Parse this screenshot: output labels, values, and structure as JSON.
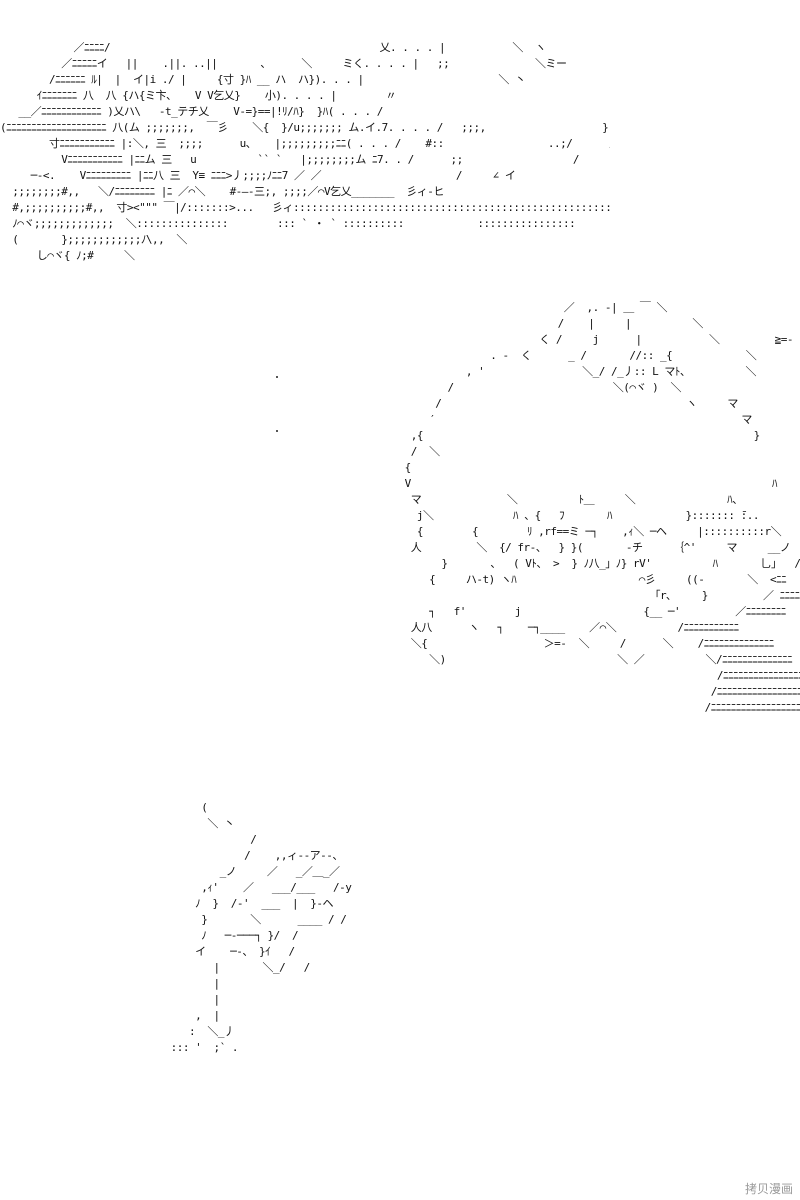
{
  "art": {
    "top": "            ／ﾆﾆﾆﾆ/                                            乂. . . . |           ＼  ヽ\n          ／ﾆﾆﾆﾆﾆイ   ||    .||. ..||       、     ＼     ミく. . . . |   ;;              ＼ミー\n        /ﾆﾆﾆﾆﾆﾆ ﾙ|  |  イ|i ./ |     {寸 }ﾊ __ ハ  ハ}). . . |                      ＼ 丶\n      ｲﾆﾆﾆﾆﾆﾆﾆ 八  八 {ハ{ミ卞、   V V乞乂}    小). . . . |        〃\n   __／ﾆﾆﾆﾆﾆﾆﾆﾆﾆﾆﾆﾆ )乂ハ\\   ‐t_テチ乂    V‐=}==|!ﾘ/ﾊ}  }ﾊ( . . . /\n(ﾆﾆﾆﾆﾆﾆﾆﾆﾆﾆﾆﾆﾆﾆﾆﾆﾆﾆﾆﾆ 八(ム ;;;;;;;,  ￣彡    ＼{  }/u;;;;;;; ム.イ.7. . . . /   ;;;,                   }\n        寸ﾆﾆﾆﾆﾆﾆﾆﾆﾆﾆﾆ |:＼, 三  ;;;;      u、   |;;;;;;;;;ﾆﾆ( . . . /    #::                 ..;/      /\n          Vﾆﾆﾆﾆﾆﾆﾆﾆﾆﾆﾆ |ﾆﾆム 三   u          `` `   |;;;;;;;;ム ﾆ7. . /      ;;                  /      /\n     ─‐<.    Vﾆﾆﾆﾆﾆﾆﾆﾆﾆ |ﾆﾆ八 三  Y≡ ﾆﾆﾆ>丿;;;;ﾉﾆﾆ7 ／ ／                      /     ∠ イ\n  ;;;;;;;;#,,   ＼/ﾆﾆﾆﾆﾆﾆﾆﾆ |ﾆ ／⌒＼    #‐―‐三;, ;;;;／⌒V乞乂_______  彡ィ‐ヒ\n  #,;;;;;;;;;;#,,  寸><\"\"\" ￣|/:::::::>...   彡ィ:::::::::::::::::::::::::::::::::::::::::::::::::::::::::::::\n  ﾉ⌒ヾ;;;;;;;;;;;;;  ＼:::::::::::::::        ::: ` ・ ` ::::::::::            ::::::::::::::::\n  (       };;;;;;;;;;;;ﾉ\\,,  ＼\n      し⌒ヾ{ ﾉ;#     ＼",
    "middle": "                                       ／  ,. ‐| ＿ ￣ ＼\n                                      /    |     |          ＼\n                                   く /     j      |           ＼         ≧=‐\n                           . ‐  く      _ /       //:: _{            ＼          ＼\n                       , '                ＼_/ /_丿:: L マﾄ、         ＼            ＞‐        --\n                    /                          ＼(⌒ヾ )  ＼\n                  /                                        ヽ     マ\n                 ′                                                  マ\n              ,{                                                      }\n              /  ＼\n             {\n             V                                                           ﾊ\n              マ              ＼          ﾄ＿     ＼               ﾊ、              ﾊ      /ﾉ\n               j＼             ﾊ 、{   ﾌ       ﾊ            }::::::: ̄:..          ﾉ   ((ﾉ\n               {        {        ﾘ ,rf==ミ ─┐    ,ｨ＼ ─ヘ     |::::::::::r＼    ゞ   ／\n              人         ＼  {/ fr‐、  } }(       ‐チ     ｛^'     マ     __ノ\n                   }       、  ( Vﾄ、 >  } ﾉ八_」ﾉ} rV'          ﾊ       乚｣   /\n                 {     ハ‐t) ヽﾊ                    ⌒彡     ((‐       ＼  <ﾆﾆ\n                                                     「r､     }         ／ ﾆﾆﾆﾆ\n                 ┐   f'        j                    {__ ─'         ／ﾆﾆﾆﾆﾆﾆﾆﾆ\n              人八      ヽ   ┐    ─┐____    ／⌒＼          /ﾆﾆﾆﾆﾆﾆﾆﾆﾆﾆﾆ\n              ＼{                   ＞=‐  ＼     /      ＼    /ﾆﾆﾆﾆﾆﾆﾆﾆﾆﾆﾆﾆﾆﾆ\n                 ＼)                            ＼ ／          ＼/ﾆﾆﾆﾆﾆﾆﾆﾆﾆﾆﾆﾆﾆﾆ\n                                                                /ﾆﾆﾆﾆﾆﾆﾆﾆﾆﾆﾆﾆﾆﾆﾆﾆﾆ\n                                                               /ﾆﾆﾆﾆﾆﾆﾆﾆﾆﾆﾆﾆﾆﾆﾆﾆﾆﾆ\n                                                              /ﾆﾆﾆﾆﾆﾆﾆﾆﾆﾆﾆﾆﾆﾆﾆﾆﾆﾆﾆ",
    "bottom": "          (\n           ＼ 丶\n                  /\n                 /    ,,ィ‐‐ア‐‐、\n             _ノ     ／   _／＿_／\n          ,ｨ'    ／   ___/___   /‐y\n         ﾉ  }  /‐'  ___  |  }‐ヘ\n          }       ＼      ____ / /\n          ﾉ   ─‐───┐ }/  /\n         イ    ─‐、 }ｲ   /\n            |       ＼_/   /\n            |\n            |\n         ,  |\n        :  ＼_丿\n     ::: '  ;` ."
  },
  "watermark": "拷贝漫画"
}
